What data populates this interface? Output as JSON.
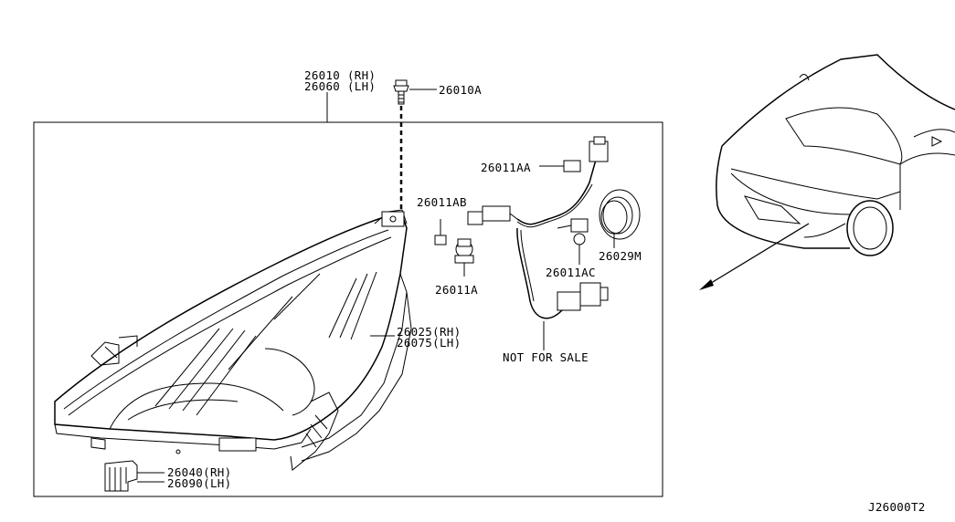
{
  "labels": {
    "headlamp_rh": "26010 (RH)",
    "headlamp_lh": "26060 (LH)",
    "screw": "26010A",
    "bulb_aa": "26011AA",
    "bulb_ab": "26011AB",
    "bulb_a": "26011A",
    "bulb_ac": "26011AC",
    "cap": "26029M",
    "housing_rh": "26025(RH)",
    "housing_lh": "26075(LH)",
    "socket_rh": "26040(RH)",
    "socket_lh": "26090(LH)",
    "not_for_sale": "NOT FOR SALE",
    "diagram_code": "J26000T2"
  }
}
